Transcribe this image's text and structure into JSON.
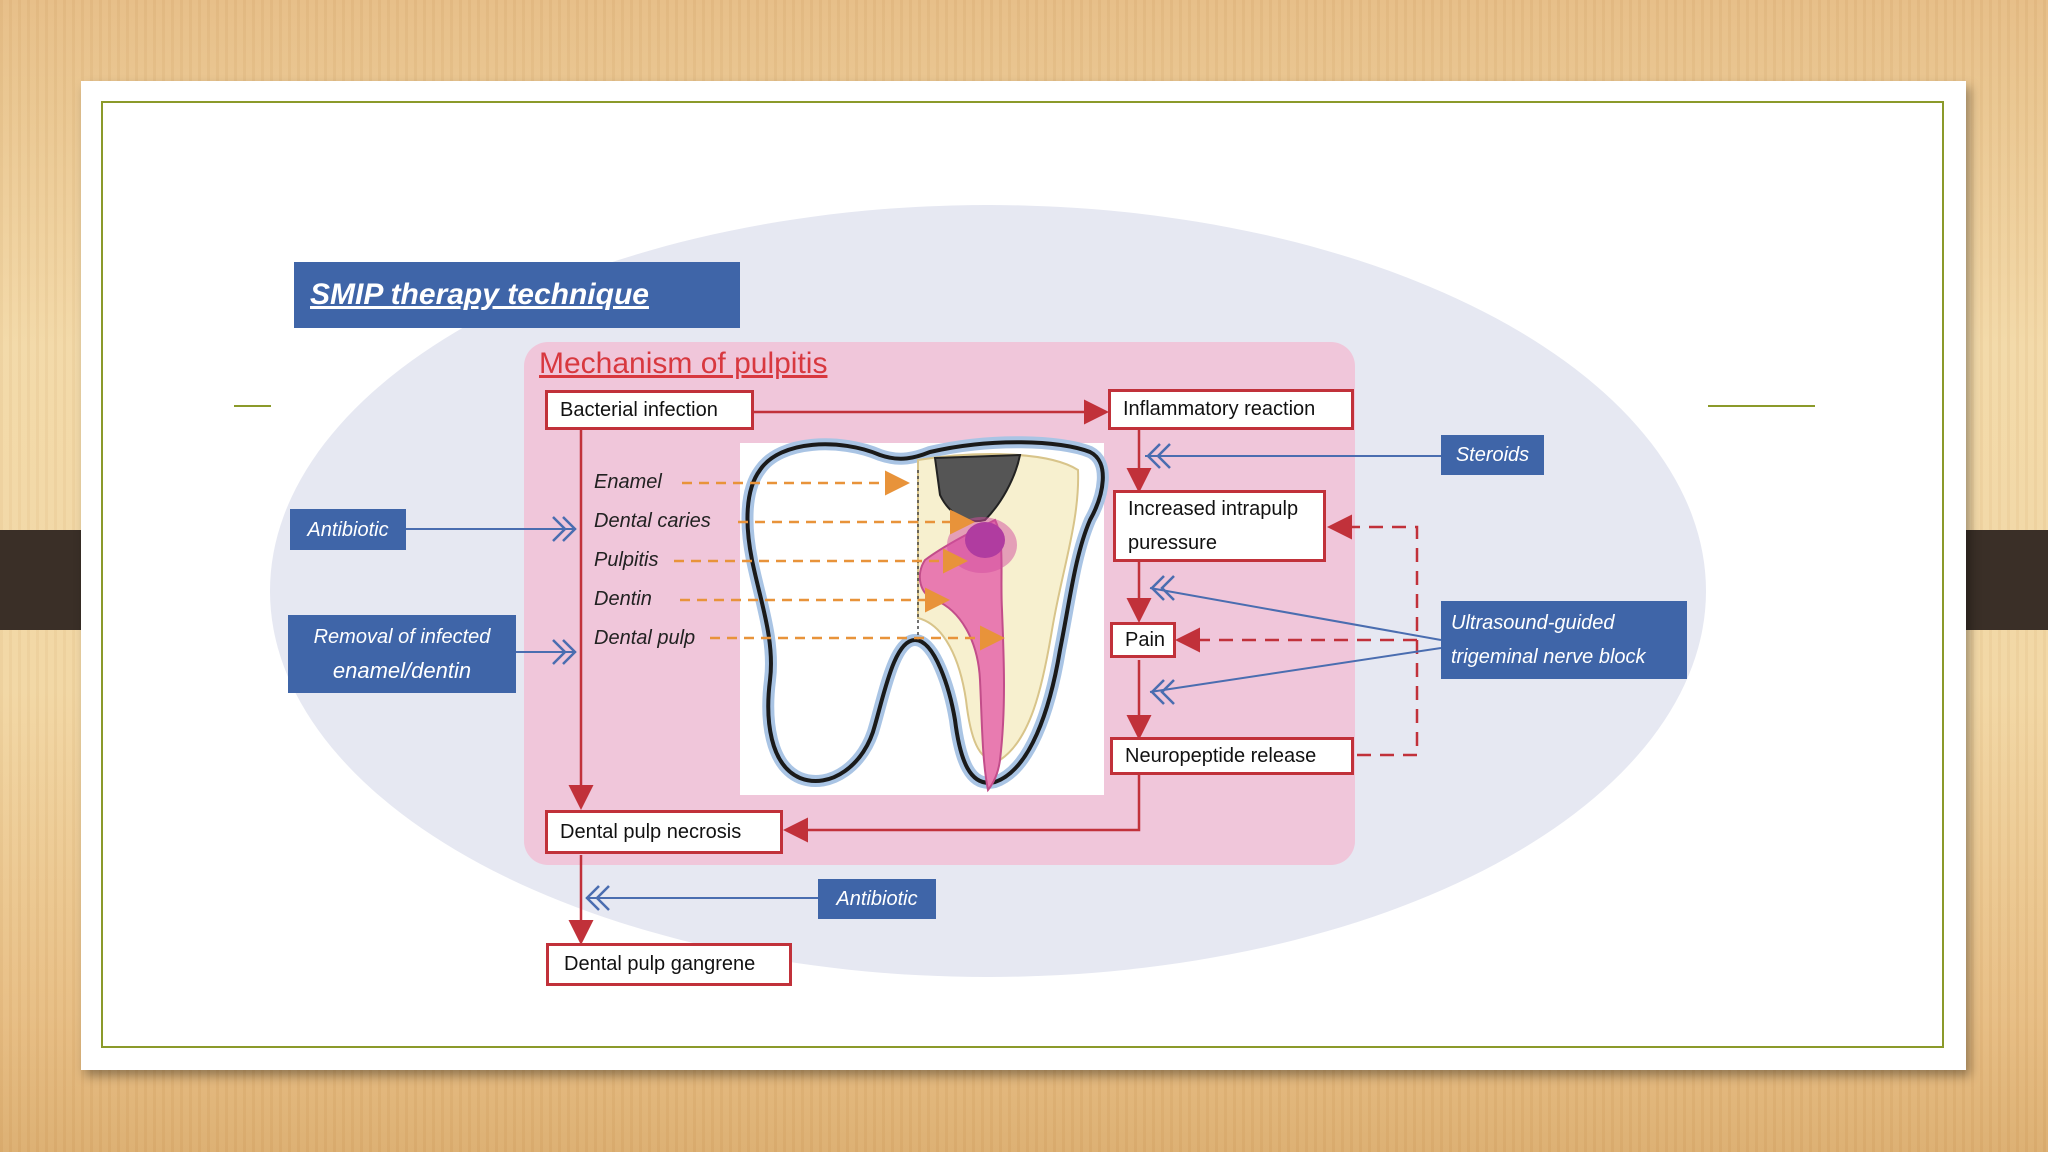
{
  "slide": {
    "title": "SMIP therapy technique",
    "mechanism_title": "Mechanism of pulpitis"
  },
  "boxes": {
    "bacterial_infection": "Bacterial infection",
    "inflammatory_reaction": "Inflammatory reaction",
    "increased_pressure_line1": "Increased intrapulp",
    "increased_pressure_line2": "puressure",
    "pain": "Pain",
    "neuropeptide_release": "Neuropeptide release",
    "dental_pulp_necrosis": "Dental pulp necrosis",
    "dental_pulp_gangrene": "Dental pulp gangrene"
  },
  "interventions": {
    "antibiotic_left": "Antibiotic",
    "removal_line1": "Removal of infected",
    "removal_line2": "enamel/dentin",
    "steroids": "Steroids",
    "nerve_block_line1": "Ultrasound-guided",
    "nerve_block_line2": "trigeminal nerve block",
    "antibiotic_bottom": "Antibiotic"
  },
  "tooth_labels": [
    "Enamel",
    "Dental caries",
    "Pulpitis",
    "Dentin",
    "Dental pulp"
  ],
  "colors": {
    "accent_red": "#c1313a",
    "intervention_blue": "#3f65a8",
    "panel_pink": "#f0c6da",
    "label_arrow_orange": "#e8933a",
    "frame_green": "#8b9a2a"
  }
}
